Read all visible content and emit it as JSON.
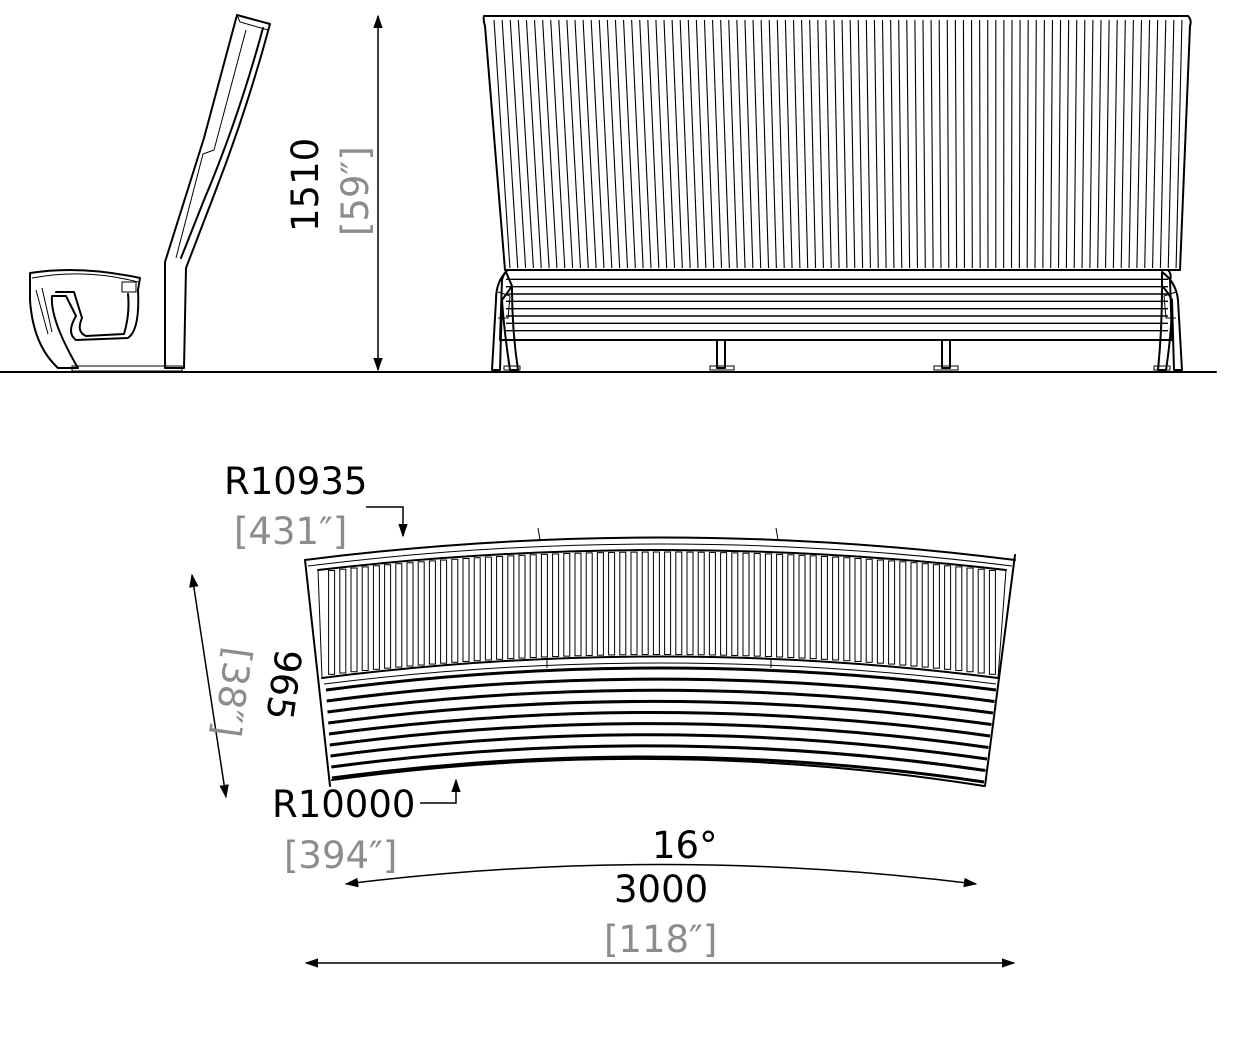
{
  "colors": {
    "line": "#000000",
    "imperial_text": "#8c8c8c",
    "background": "#ffffff"
  },
  "dimensions": {
    "height": {
      "metric": "1510",
      "imperial": "[59″]"
    },
    "depth": {
      "metric": "965",
      "imperial": "[38″]"
    },
    "outer_radius": {
      "metric": "R10935",
      "imperial": "[431″]"
    },
    "inner_radius": {
      "metric": "R10000",
      "imperial": "[394″]"
    },
    "angle": {
      "value": "16°"
    },
    "length": {
      "metric": "3000",
      "imperial": "[118″]"
    }
  },
  "drawing": {
    "front_view_backrest_slats": 86,
    "front_view_seat_slats": 8,
    "top_view_backrest_slats": 60,
    "top_view_seat_slats": 9
  }
}
